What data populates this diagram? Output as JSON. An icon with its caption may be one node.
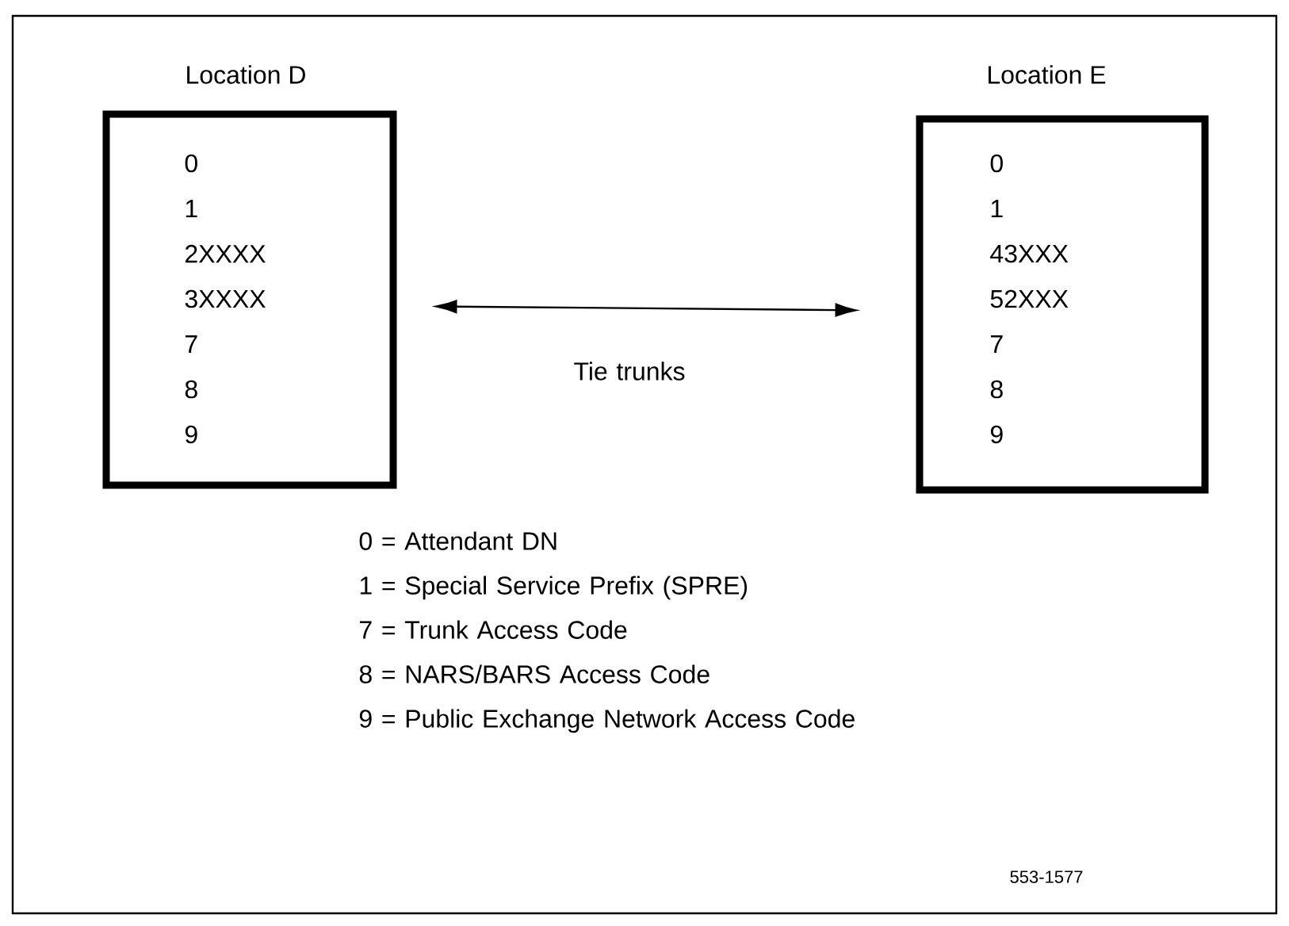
{
  "diagram": {
    "nodes": [
      {
        "text": [
          "Location D",
          "0",
          "1",
          "2XXXX",
          "3XXXX",
          "7",
          "8",
          "9"
        ]
      },
      {
        "text": [
          "Location E",
          "0",
          "1",
          "43XXX",
          "52XXX",
          "7",
          "8",
          "9"
        ]
      }
    ],
    "edges": [
      {
        "from": 0,
        "to": 1,
        "arrow": "both",
        "label": "Tie trunks"
      }
    ],
    "labels": [
      "0 = Attendant DN",
      "1 = Special Service Prefix (SPRE)",
      "7 = Trunk Access Code",
      "8 = NARS/BARS Access Code",
      "9 = Public Exchange Network Access Code",
      "553-1577"
    ]
  }
}
